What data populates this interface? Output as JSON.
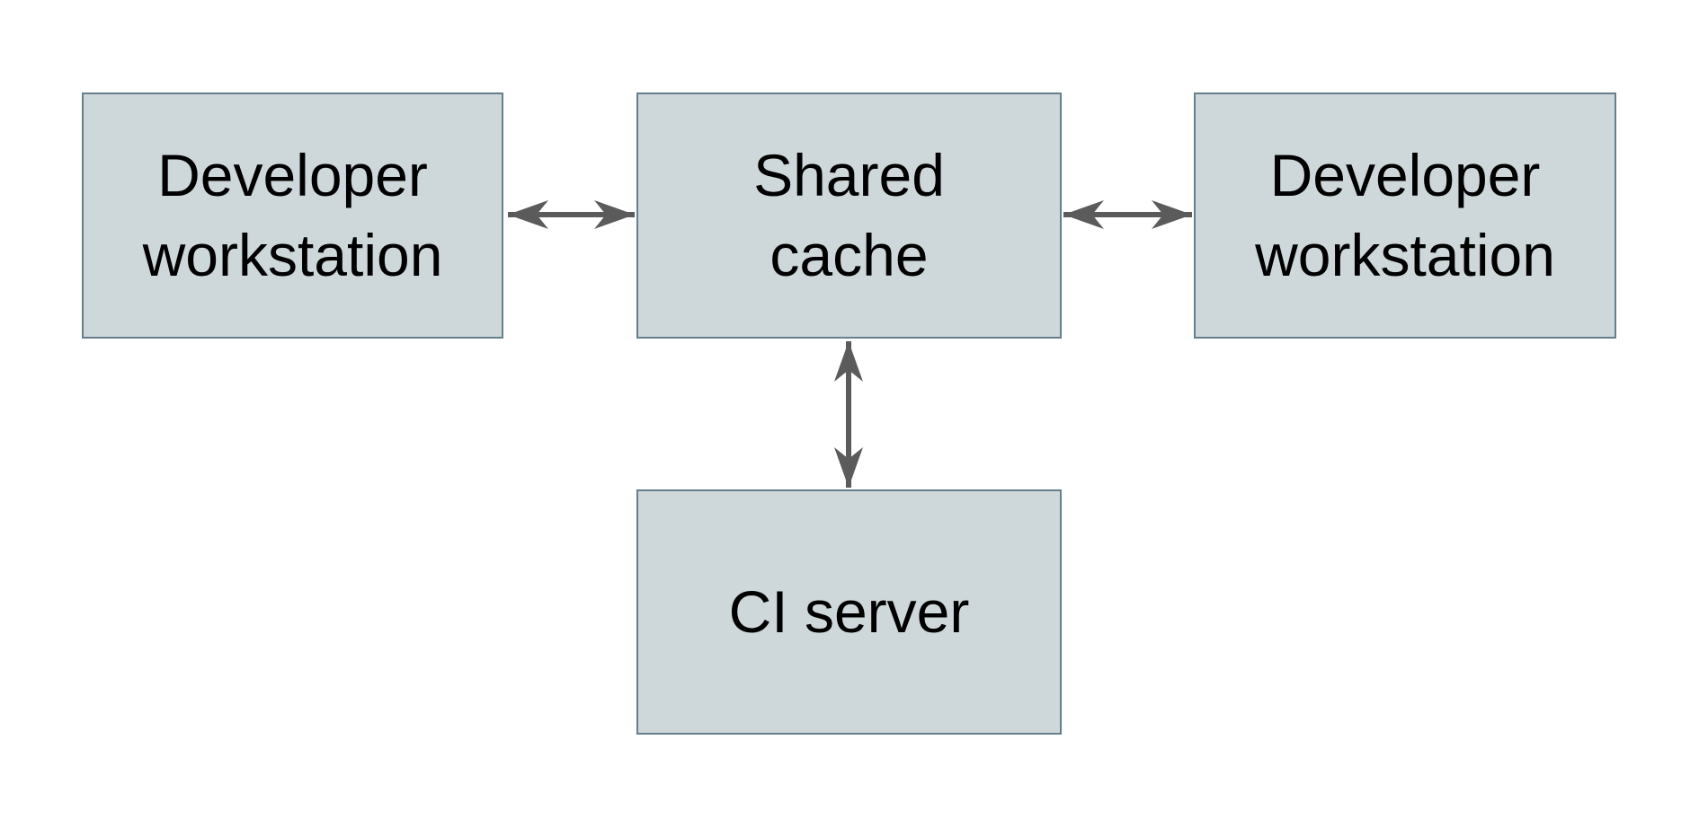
{
  "diagram": {
    "type": "architecture-diagram",
    "colors": {
      "background": "#ffffff",
      "node_fill": "#ced7da",
      "node_border": "#64808c",
      "arrow": "#5b5b5b",
      "text": "#000000"
    },
    "nodes": {
      "dev_left": {
        "label": "Developer\nworkstation"
      },
      "shared_cache": {
        "label": "Shared\ncache"
      },
      "dev_right": {
        "label": "Developer\nworkstation"
      },
      "ci_server": {
        "label": "CI server"
      }
    },
    "edges": [
      {
        "from": "dev_left",
        "to": "shared_cache",
        "direction": "bidirectional"
      },
      {
        "from": "shared_cache",
        "to": "dev_right",
        "direction": "bidirectional"
      },
      {
        "from": "shared_cache",
        "to": "ci_server",
        "direction": "bidirectional"
      }
    ]
  }
}
